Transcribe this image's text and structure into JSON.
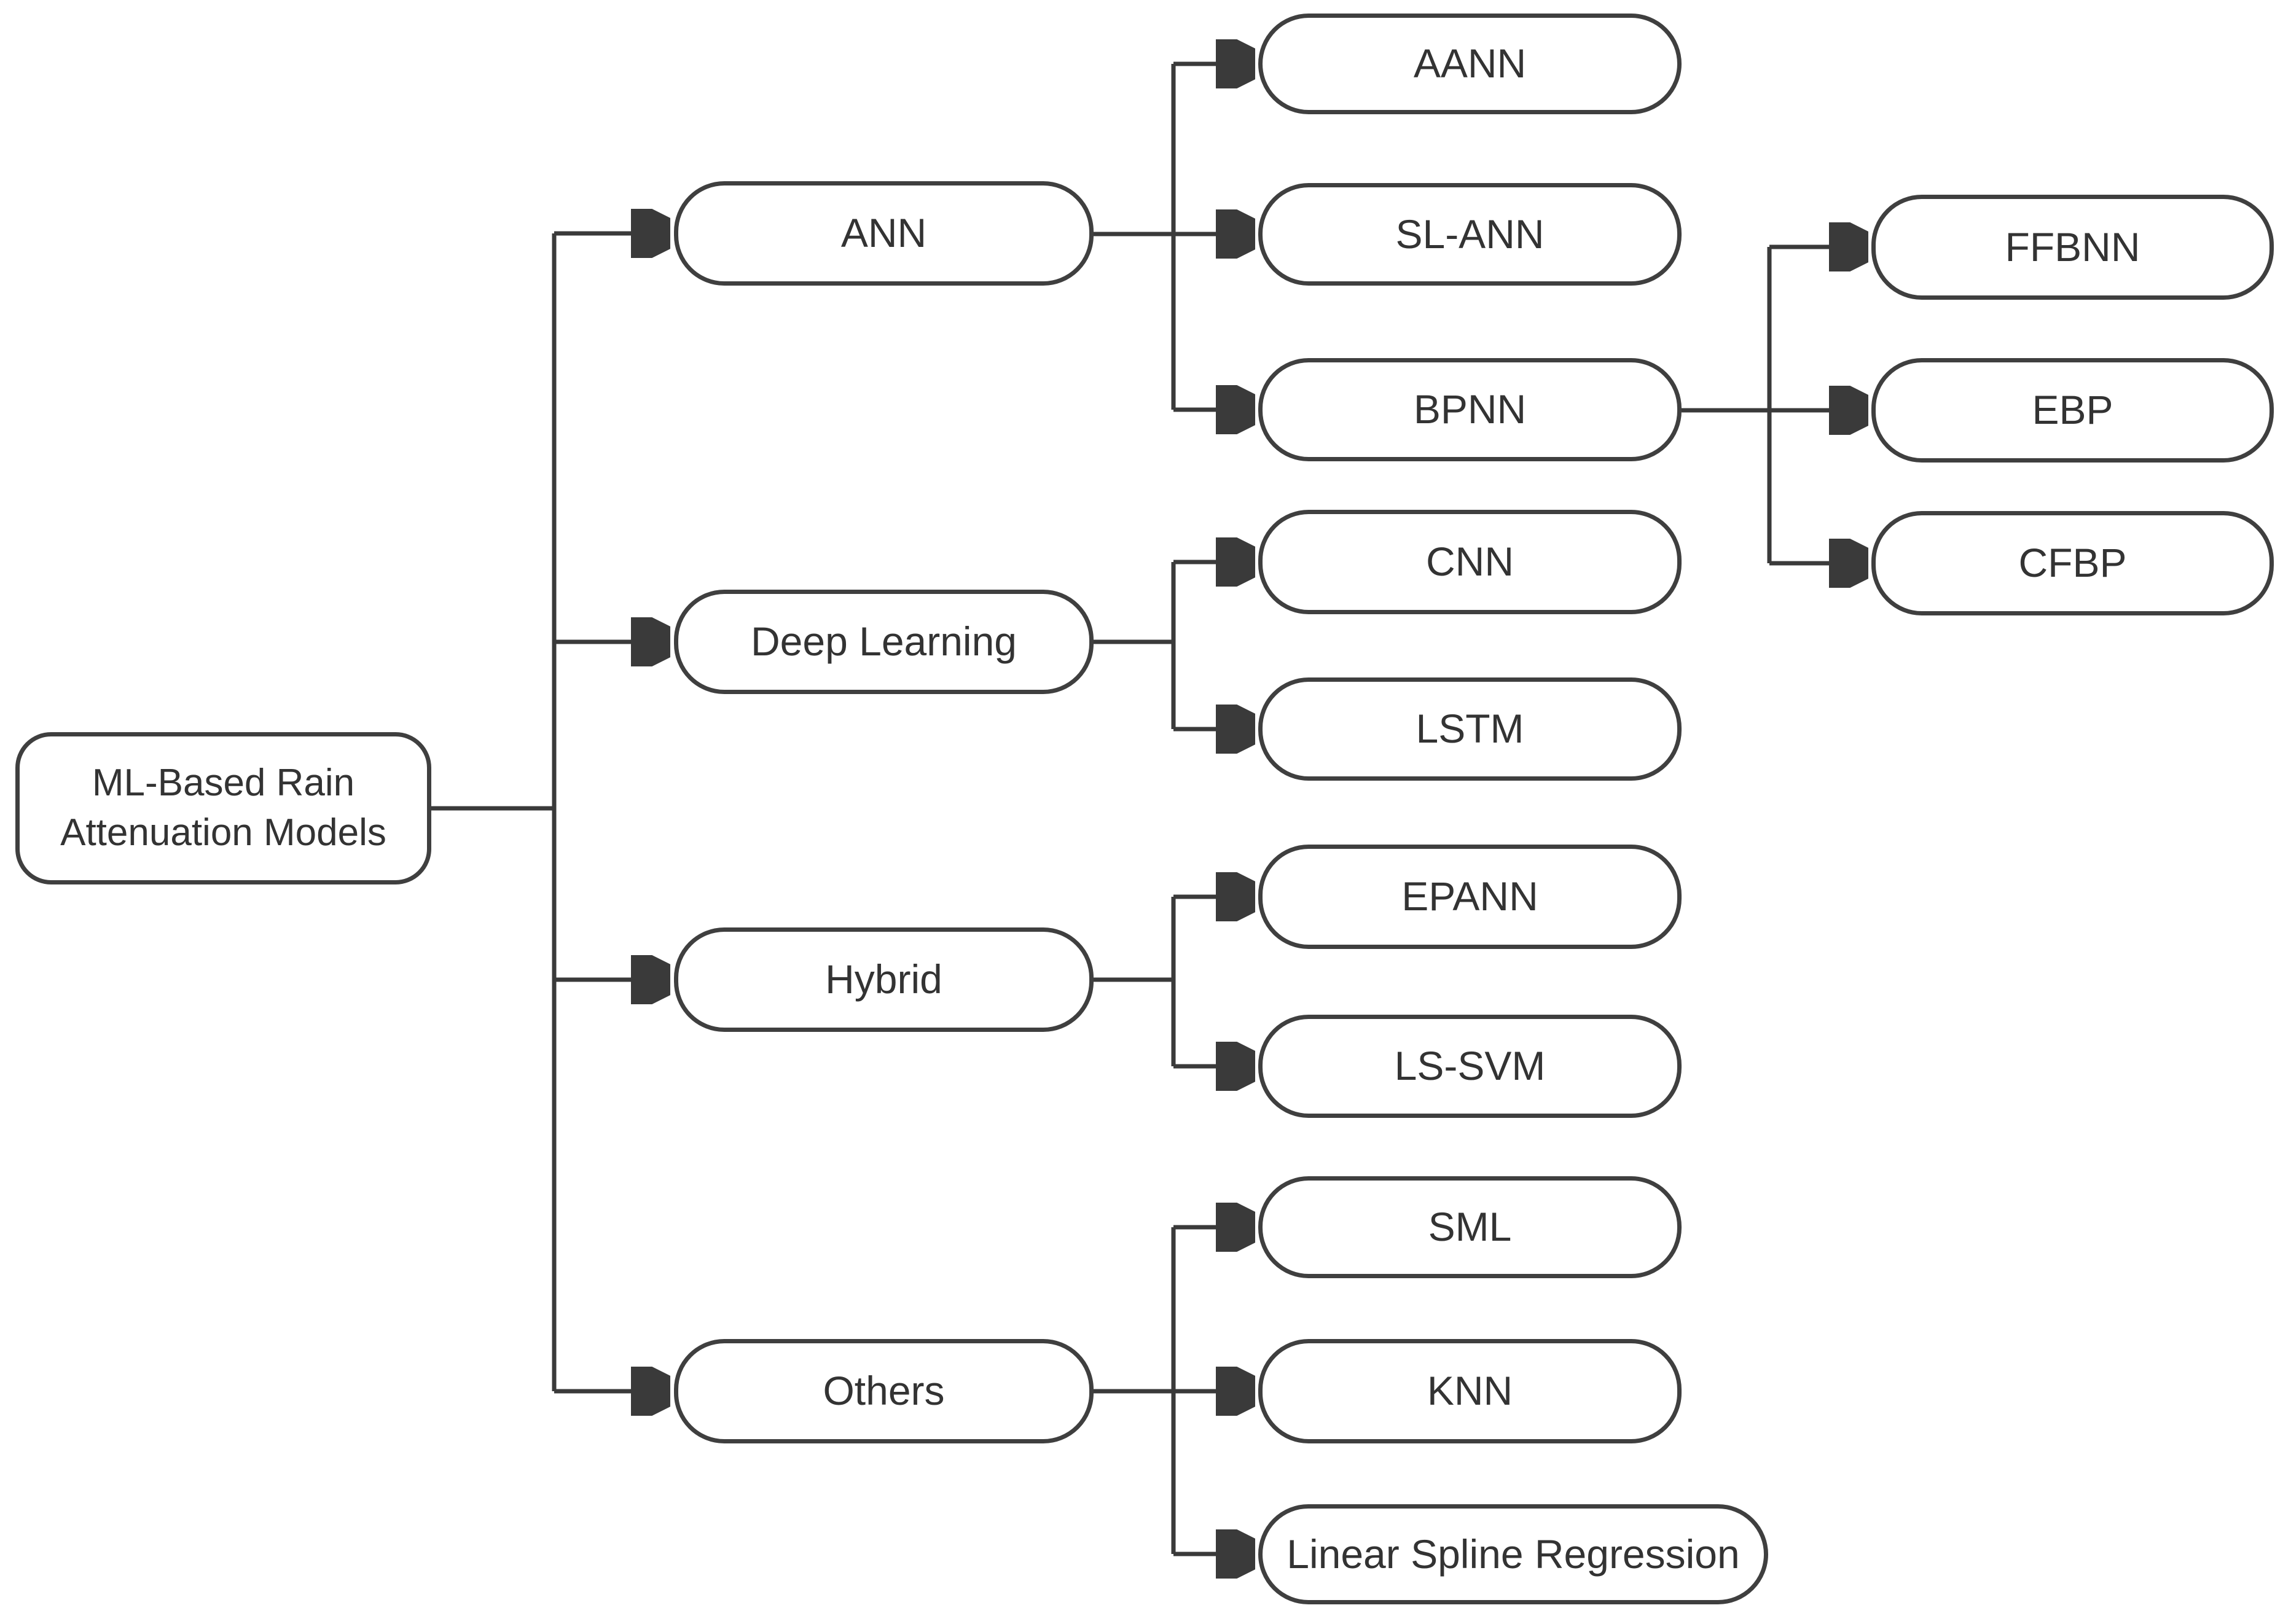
{
  "figure": {
    "type": "tree-diagram",
    "background": "#ffffff",
    "colors": {
      "box_border": "#3f3f3f",
      "box_fill": "#ffffff",
      "connector_line": "#3a3a3a",
      "arrowhead": "#1a1a1a",
      "text": "#333333"
    }
  },
  "tree": {
    "label": "ML-Based Rain Attenuation Models",
    "children": [
      {
        "label": "ANN",
        "children": [
          {
            "label": "AANN"
          },
          {
            "label": "SL-ANN"
          },
          {
            "label": "BPNN",
            "children": [
              {
                "label": "FFBNN"
              },
              {
                "label": "EBP"
              },
              {
                "label": "CFBP"
              }
            ]
          }
        ]
      },
      {
        "label": "Deep Learning",
        "children": [
          {
            "label": "CNN"
          },
          {
            "label": "LSTM"
          }
        ]
      },
      {
        "label": "Hybrid",
        "children": [
          {
            "label": "EPANN"
          },
          {
            "label": "LS-SVM"
          }
        ]
      },
      {
        "label": "Others",
        "children": [
          {
            "label": "SML"
          },
          {
            "label": "KNN"
          },
          {
            "label": "Linear Spline Regression"
          }
        ]
      }
    ]
  }
}
